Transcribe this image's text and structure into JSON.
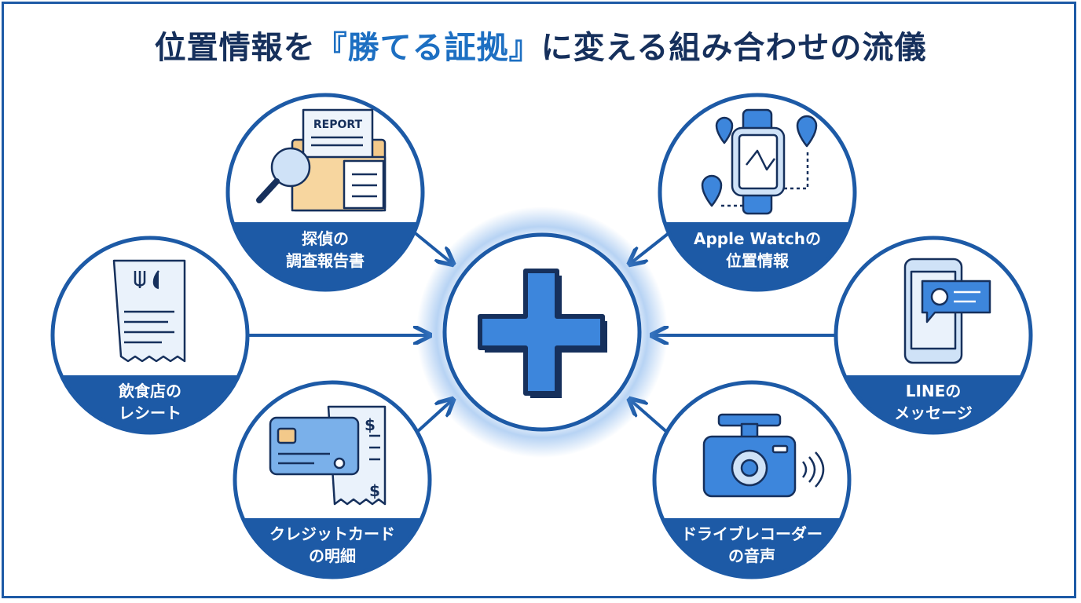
{
  "title": {
    "before": "位置情報を",
    "highlight": "『勝てる証拠』",
    "after": "に変える組み合わせの流儀"
  },
  "colors": {
    "primary": "#1d5aa6",
    "dark": "#16305c",
    "accent": "#1d6fc2",
    "light": "#e3eefb"
  },
  "nodes": [
    {
      "id": "detective-report",
      "line1": "探偵の",
      "line2": "調査報告書",
      "icon": "report-folder-magnifier-icon",
      "report_text": "REPORT"
    },
    {
      "id": "apple-watch",
      "line1": "Apple Watchの",
      "line2": "位置情報",
      "icon": "smartwatch-map-pin-icon"
    },
    {
      "id": "restaurant-receipt",
      "line1": "飲食店の",
      "line2": "レシート",
      "icon": "receipt-fork-knife-icon"
    },
    {
      "id": "line-message",
      "line1": "LINEの",
      "line2": "メッセージ",
      "icon": "phone-chat-clock-icon"
    },
    {
      "id": "credit-card",
      "line1": "クレジットカード",
      "line2": "の明細",
      "icon": "credit-card-statement-icon",
      "currency": "$"
    },
    {
      "id": "drive-recorder",
      "line1": "ドライブレコーダー",
      "line2": "の音声",
      "icon": "dashcam-sound-icon"
    }
  ],
  "center": {
    "icon": "plus-icon"
  }
}
